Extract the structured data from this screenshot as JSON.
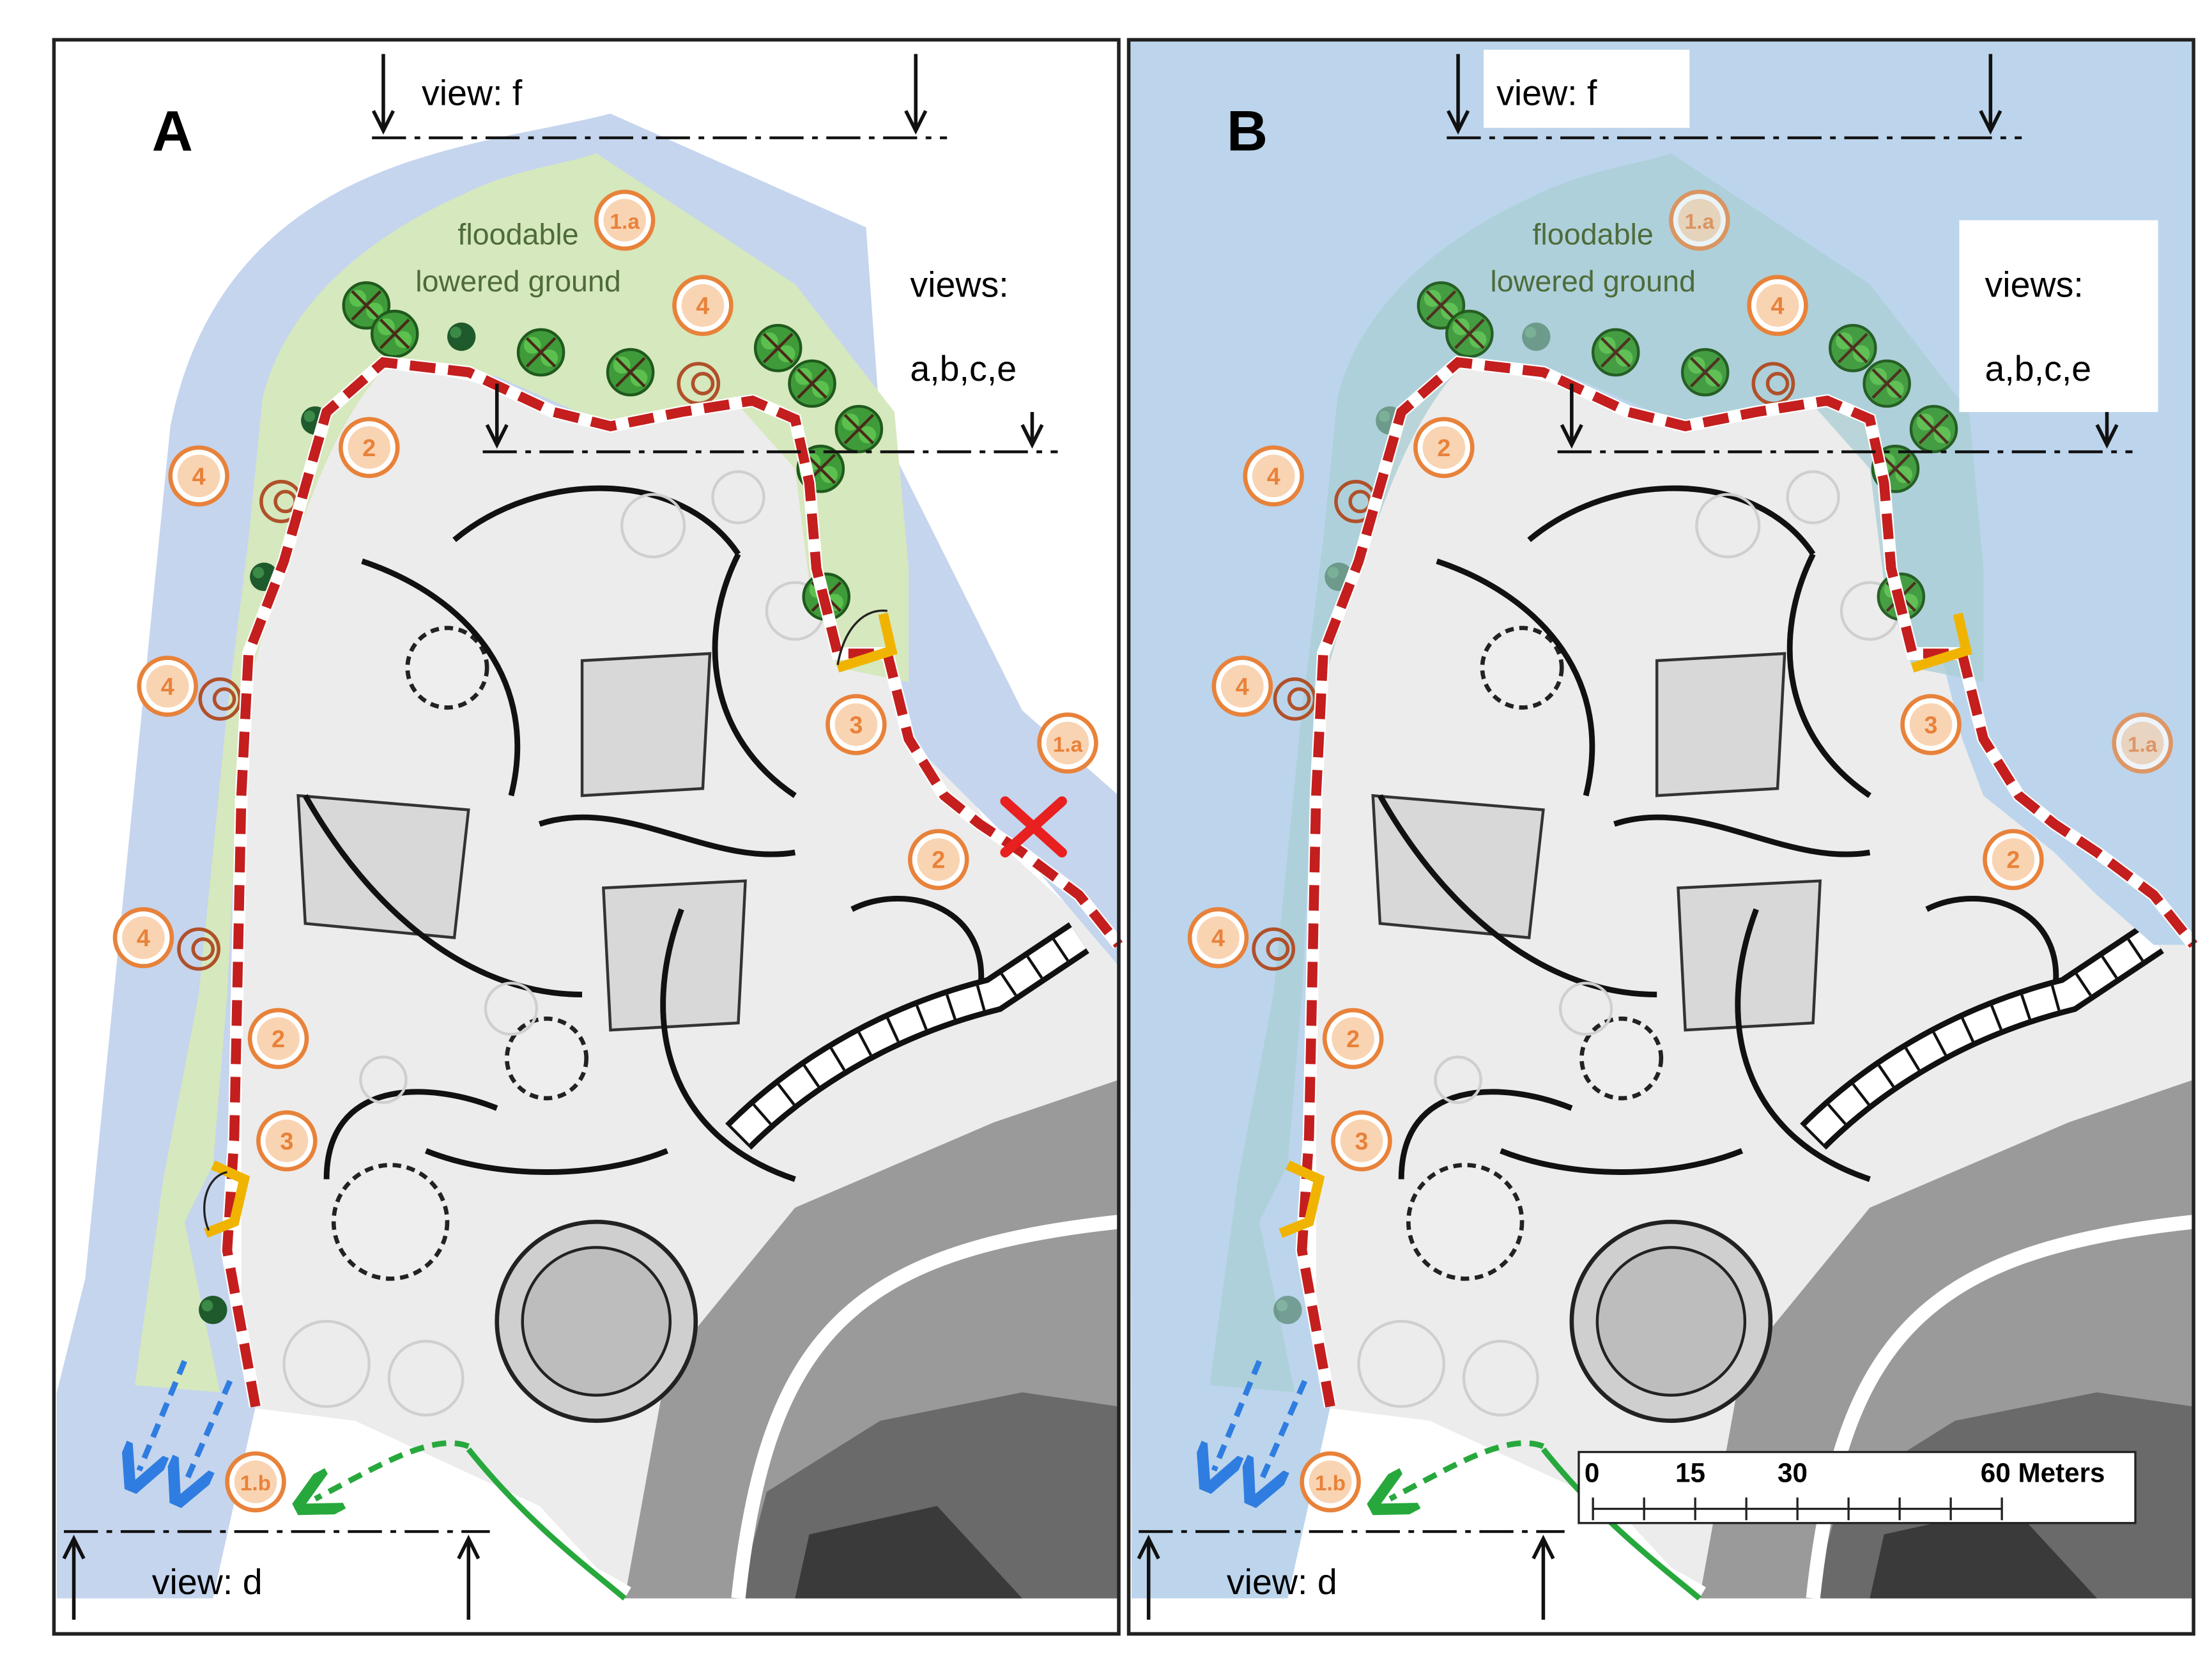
{
  "panels": [
    {
      "letter": "A",
      "view_top": "view: f",
      "views_right_title": "views:",
      "views_right_list": "a,b,c,e",
      "view_bottom": "view: d",
      "floodable_line1": "floodable",
      "floodable_line2": "lowered ground",
      "water_extent": "channel"
    },
    {
      "letter": "B",
      "view_top": "view: f",
      "views_right_title": "views:",
      "views_right_list": "a,b,c,e",
      "view_bottom": "view: d",
      "floodable_line1": "floodable",
      "floodable_line2": "lowered ground",
      "water_extent": "flooded"
    }
  ],
  "markers": {
    "m_1a": "1.a",
    "m_1b": "1.b",
    "m_2": "2",
    "m_3": "3",
    "m_4": "4"
  },
  "scale_bar": {
    "labels": [
      "0",
      "15",
      "30",
      "60 Meters"
    ]
  },
  "colors": {
    "water": "#c5d5ee",
    "water_flooded": "#bcd5ec",
    "green_zone": "#d6e8bd",
    "dashed_boundary": "#c41e1e",
    "marker_orange": "#e8823a",
    "gate_yellow": "#f0b400",
    "blue_arrows": "#2f7de0",
    "green_arrow": "#27a83c",
    "cross_red": "#e82020"
  },
  "icons": {
    "tree": "tree-icon",
    "shrub": "shrub-icon",
    "spiral": "spiral-icon",
    "cross": "cross-icon",
    "arrow_down": "arrow-down-icon",
    "arrow_up": "arrow-up-icon"
  }
}
